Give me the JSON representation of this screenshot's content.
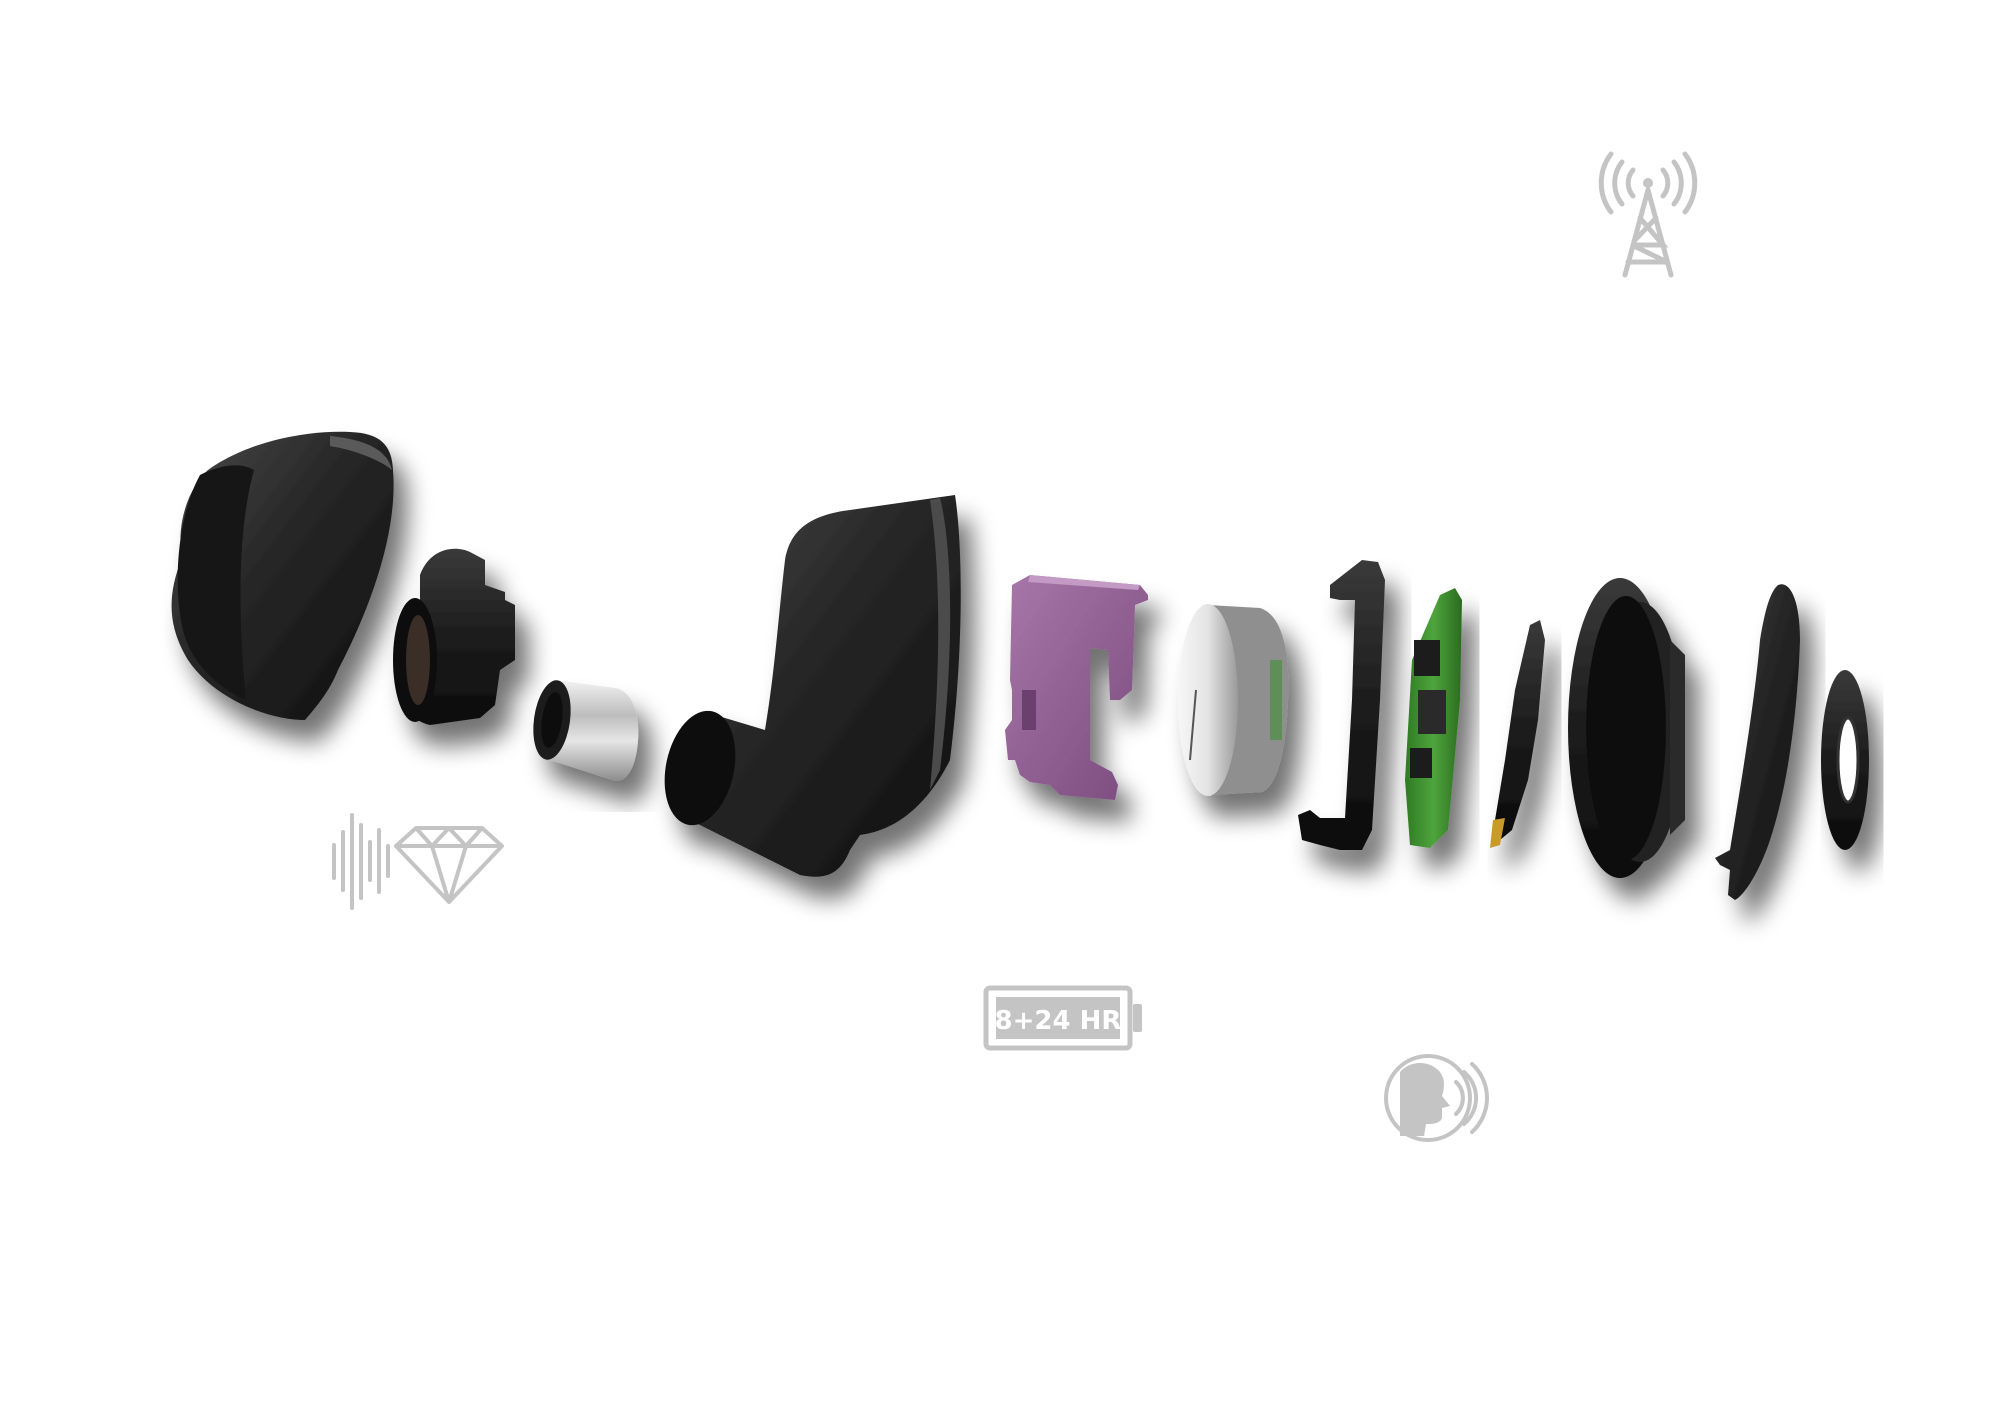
{
  "colors": {
    "background": "#ffffff",
    "icon_gray": "#c4c4c4",
    "part_black": "#1e1e1e",
    "part_purple": "#8e5a90",
    "pcb_green": "#3f8e32",
    "metal": "#c9c9c9",
    "contact_gold": "#c89a2a"
  },
  "icons": {
    "signal_tower": "signal-tower-icon",
    "sound_quality": "sound-wave-diamond-icon",
    "battery": "battery-icon",
    "voice": "voice-speaking-icon"
  },
  "battery_badge": {
    "label": "8+24 HR"
  },
  "parts": [
    "ear-tip",
    "nozzle-collar",
    "metal-sleeve",
    "front-shell",
    "purple-bracket",
    "battery-cell",
    "bracket-ring",
    "pcb-board",
    "contact-plate",
    "rear-ring",
    "rear-cover",
    "washer"
  ]
}
